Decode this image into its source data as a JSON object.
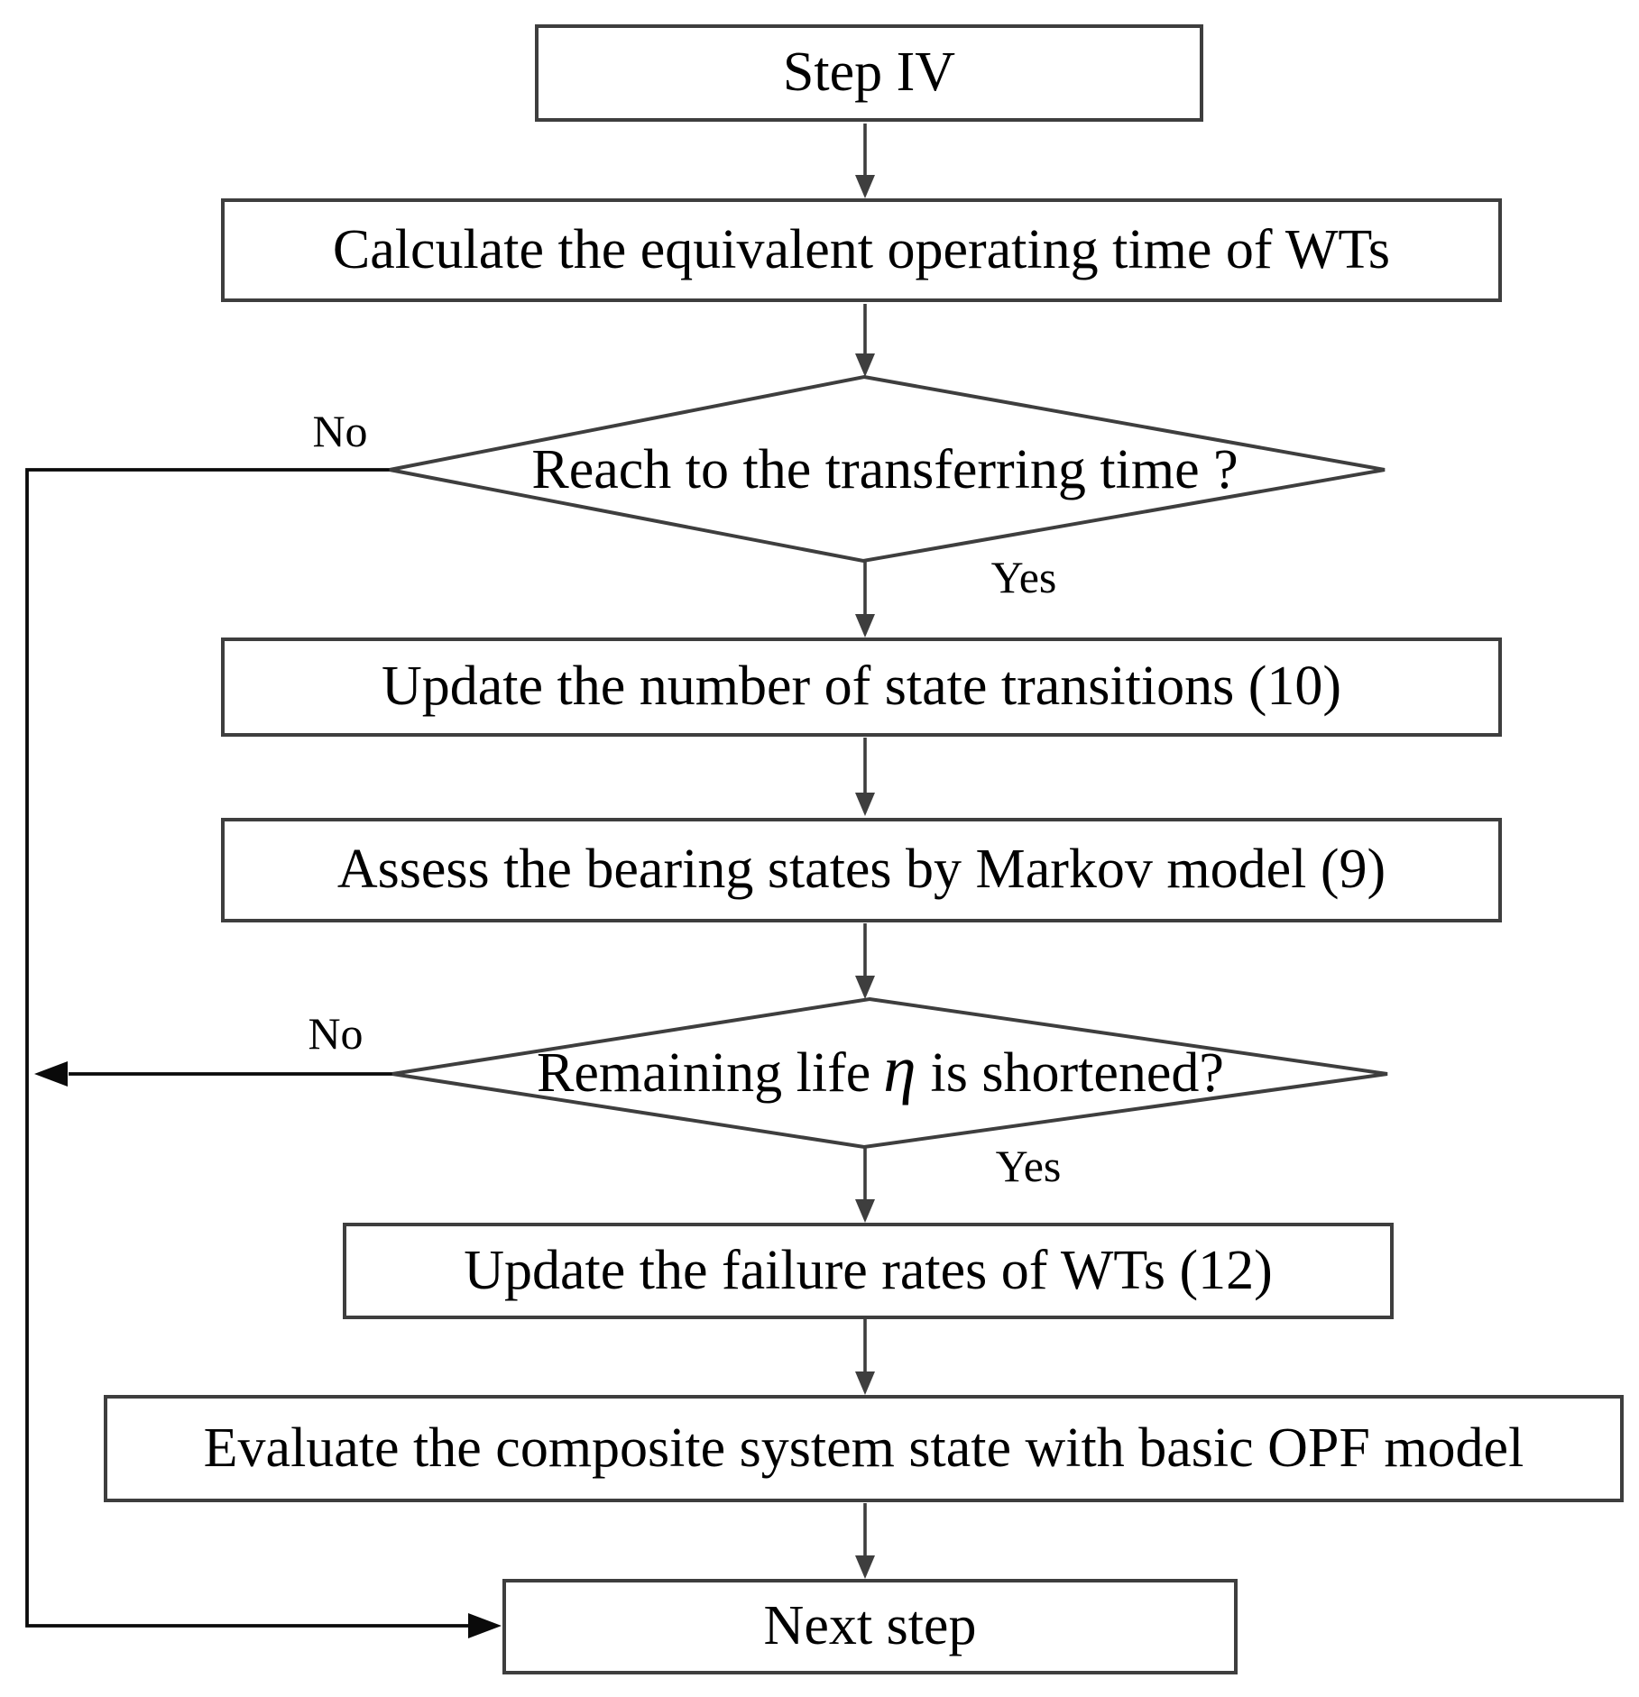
{
  "figure": {
    "type": "flowchart",
    "background": "#ffffff"
  },
  "colors": {
    "connector": "#3e3e3e",
    "loop_connector": "#0a0a0a",
    "node_border": "#3e3e3e",
    "node_fill": "#ffffff",
    "text": "#000000"
  },
  "nodes": {
    "step": {
      "label": "Step IV"
    },
    "calc": {
      "label": "Calculate the equivalent operating time of WTs"
    },
    "decision_transfer": {
      "label": "Reach to the transferring time ?"
    },
    "update_transitions": {
      "label": "Update the number of state transitions (10)"
    },
    "assess_markov": {
      "label": "Assess the bearing states by Markov model (9)"
    },
    "decision_life": {
      "label_prefix": "Remaining life",
      "symbol": "η",
      "label_suffix": "is shortened?"
    },
    "update_failure": {
      "label": "Update the failure rates of WTs (12)"
    },
    "evaluate_opf": {
      "label": "Evaluate the composite system state with basic OPF model"
    },
    "next_step": {
      "label": "Next step"
    }
  },
  "edge_labels": {
    "decision_transfer_no": "No",
    "decision_transfer_yes": "Yes",
    "decision_life_no": "No",
    "decision_life_yes": "Yes"
  }
}
